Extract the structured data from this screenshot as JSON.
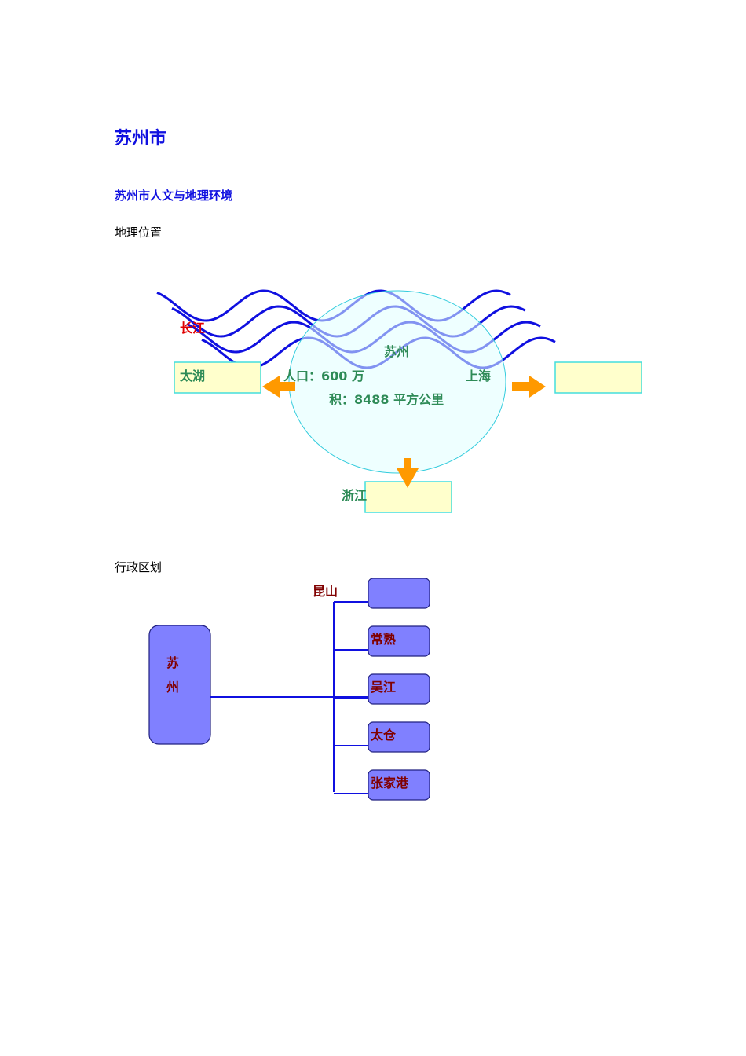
{
  "title": "苏州市",
  "section_title": "苏州市人文与地理环境",
  "geo": {
    "heading": "地理位置",
    "river_label": "长江",
    "city_label": "苏州",
    "population": "人口：600 万",
    "area": "积：8488 平方公里",
    "west_label": "太湖",
    "east_label": "上海",
    "south_label": "浙江",
    "colors": {
      "river": "#1010e0",
      "circle": "#e0ffff",
      "box": "#ffffcc",
      "arrow": "#ff9900",
      "text": "#2e8b57"
    }
  },
  "admin": {
    "heading": "行政区划",
    "root_chars": [
      "苏",
      "州"
    ],
    "children": [
      "昆山",
      "常熟",
      "吴江",
      "太仓",
      "张家港"
    ],
    "colors": {
      "box": "#8080ff",
      "line": "#1010e0",
      "text": "#800000"
    }
  }
}
